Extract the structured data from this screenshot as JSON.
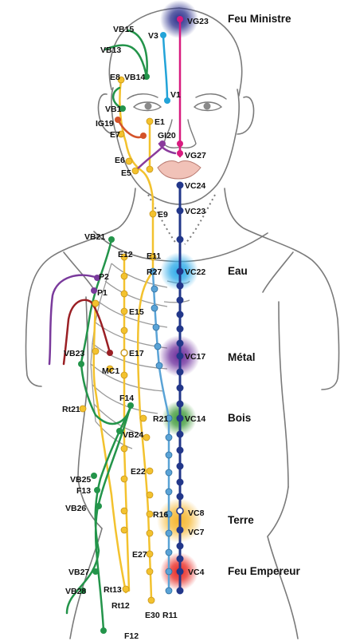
{
  "colors": {
    "body_outline": "#7a7a7a",
    "rib": "#9a9a9a",
    "vc": "#22378a",
    "vg": "#d81b7f",
    "stomach": "#f3c22e",
    "kidney": "#5aa3d6",
    "gallbladder": "#23944a",
    "bladder": "#22a3d8",
    "lung": "#7a3a9c",
    "pericardium": "#9a1f24",
    "small_intestine": "#d4532a",
    "large_intestine": "#8a3a9c",
    "lips": "#f1c2b8"
  },
  "elements": [
    {
      "name": "Feu Ministre",
      "color": "#2a2f8c"
    },
    {
      "name": "Eau",
      "color": "#28a8e8"
    },
    {
      "name": "Métal",
      "color": "#6a2a9a"
    },
    {
      "name": "Bois",
      "color": "#3f9a3a"
    },
    {
      "name": "Terre",
      "color": "#f5b52a"
    },
    {
      "name": "Feu Empereur",
      "color": "#e8261f"
    }
  ],
  "labels": {
    "VG23": "VG23",
    "VB15": "VB15",
    "V3": "V3",
    "VB13": "VB13",
    "E8": "E8",
    "VB14": "VB14",
    "V1": "V1",
    "VB1": "VB1",
    "E1": "E1",
    "IG19": "IG19",
    "E7": "E7",
    "GI20": "GI20",
    "VG27": "VG27",
    "E6": "E6",
    "E5": "E5",
    "VC24": "VC24",
    "E9": "E9",
    "VC23": "VC23",
    "VB21": "VB21",
    "E12": "E12",
    "E11": "E11",
    "R27": "R27",
    "VC22": "VC22",
    "P2": "P2",
    "P1": "P1",
    "E15": "E15",
    "VB23": "VB23",
    "E17": "E17",
    "VC17": "VC17",
    "MC1": "MC1",
    "F14": "F14",
    "Rt21": "Rt21",
    "R21": "R21",
    "VC14": "VC14",
    "VB24": "VB24",
    "E22": "E22",
    "VB25": "VB25",
    "F13": "F13",
    "VB26": "VB26",
    "R16": "R16",
    "VC8": "VC8",
    "VC7": "VC7",
    "E27": "E27",
    "VB27": "VB27",
    "VC4": "VC4",
    "VB28": "VB28",
    "Rt13": "Rt13",
    "Rt12": "Rt12",
    "E30": "E30",
    "R11": "R11",
    "F12": "F12"
  }
}
